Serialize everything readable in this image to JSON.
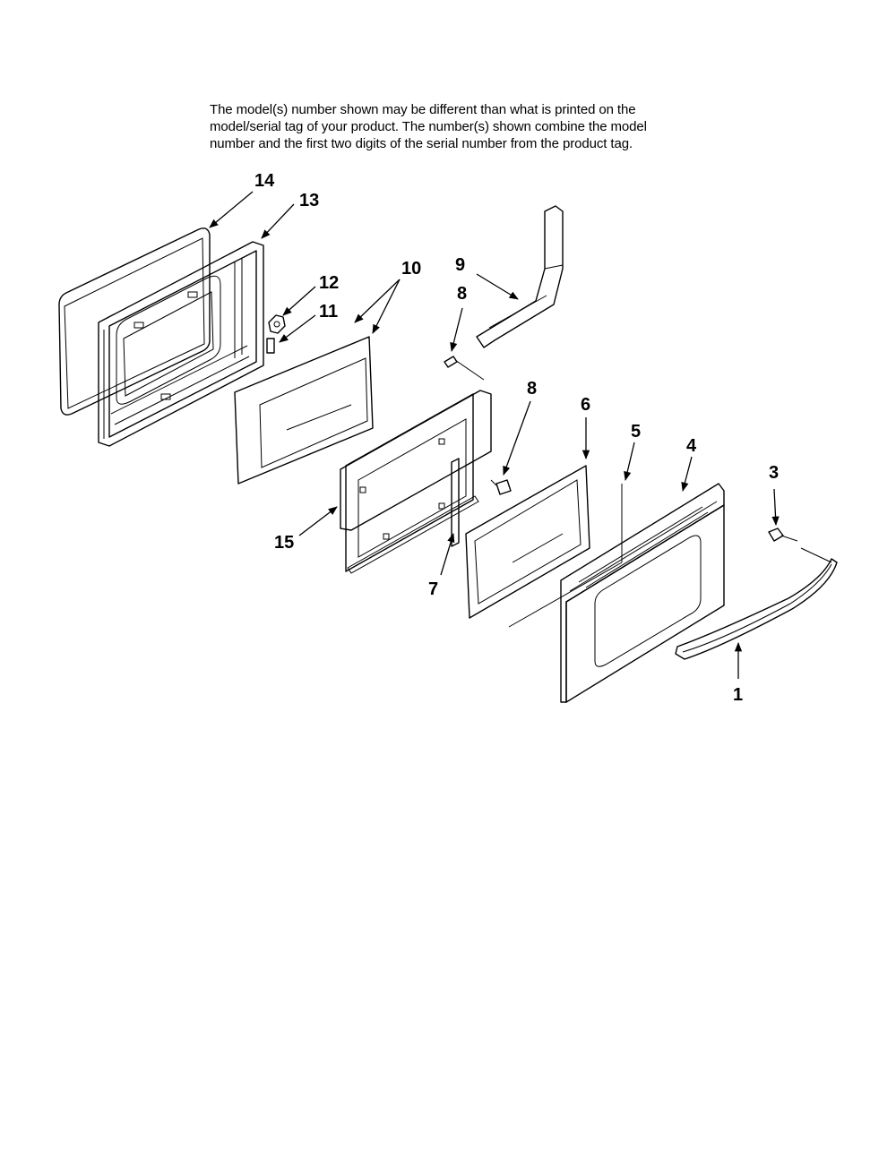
{
  "note": {
    "line1": "The model(s) number shown may be different than what is printed on the",
    "line2": "model/serial tag of your product. The number(s) shown combine the model",
    "line3": "number and the first two digits of the serial number from the product tag."
  },
  "callouts": {
    "c14": "14",
    "c13": "13",
    "c12": "12",
    "c11": "11",
    "c10": "10",
    "c9": "9",
    "c8a": "8",
    "c8b": "8",
    "c6": "6",
    "c5": "5",
    "c4": "4",
    "c3": "3",
    "c15": "15",
    "c7": "7",
    "c1": "1"
  }
}
